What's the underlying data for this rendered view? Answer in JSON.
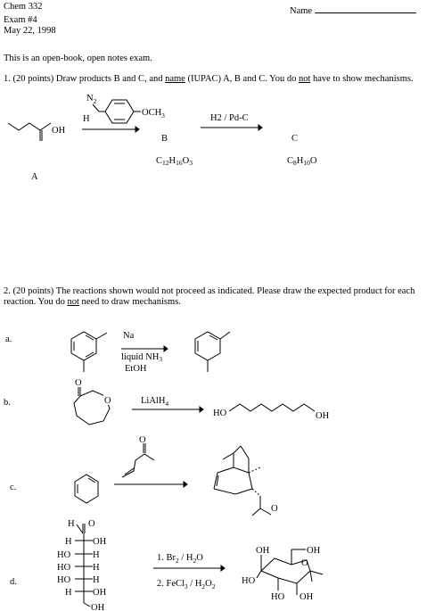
{
  "header": {
    "course": "Chem 332",
    "exam": "Exam #4",
    "date": "May 22, 1998",
    "name_label": "Name"
  },
  "intro": "This is an open-book, open notes exam.",
  "q1": {
    "text_pre": "1.  (20 points) Draw products B and C, and ",
    "text_name": "name",
    "text_mid": "  (IUPAC) A, B and C. You do ",
    "text_not": "not",
    "text_post": " have to show mechanisms.",
    "label_A": "A",
    "label_B": "B",
    "label_C": "C",
    "reagent1_n2": "N",
    "reagent1_n2_sub": "2",
    "reagent1_h": "H",
    "reagent1_och3": "OCH",
    "reagent1_och3_sub": "3",
    "oh": "OH",
    "reagent2": "H2 / Pd-C",
    "formula_B": [
      "C",
      "12",
      "H",
      "16",
      "O",
      "3"
    ],
    "formula_C": [
      "C",
      "8",
      "H",
      "10",
      "O",
      ""
    ]
  },
  "q2": {
    "text_pre": "2.  (20 points)  The reactions shown would not proceed as indicated.  Please draw the expected product for each reaction. You do ",
    "text_not": "not",
    "text_post": " need to draw mechanisms.",
    "a": {
      "label": "a.",
      "reagent1": "Na",
      "reagent2": "liquid NH",
      "reagent2_sub": "3",
      "reagent3": "EtOH"
    },
    "b": {
      "label": "b.",
      "reagent": "LiAlH",
      "reagent_sub": "4",
      "ring_o": "O",
      "carbonyl_o": "O",
      "ho": "HO",
      "oh": "OH"
    },
    "c": {
      "label": "c.",
      "o_top": "O",
      "o_product": "O"
    },
    "d": {
      "label": "d.",
      "reagent1": "1. Br",
      "reagent1_sub": "2",
      "reagent1_tail": " / H",
      "reagent1_sub2": "2",
      "reagent1_end": "O",
      "reagent2": "2. FeCl",
      "reagent2_sub": "3",
      "reagent2_tail": " / H",
      "reagent2_sub2": "2",
      "reagent2_mid": "O",
      "reagent2_sub3": "2",
      "fischer": {
        "top_h": "H",
        "top_o": "O",
        "rows": [
          {
            "left": "H",
            "right": "OH"
          },
          {
            "left": "HO",
            "right": "H"
          },
          {
            "left": "HO",
            "right": "H"
          },
          {
            "left": "HO",
            "right": "H"
          },
          {
            "left": "H",
            "right": "OH"
          }
        ],
        "bottom": "OH"
      },
      "pyranose": {
        "oh_top_left": "OH",
        "oh_top_right": "OH",
        "ring_o": "O",
        "ho_left": "HO",
        "ho_bottom": "HO",
        "oh_bottom": "OH"
      }
    }
  }
}
